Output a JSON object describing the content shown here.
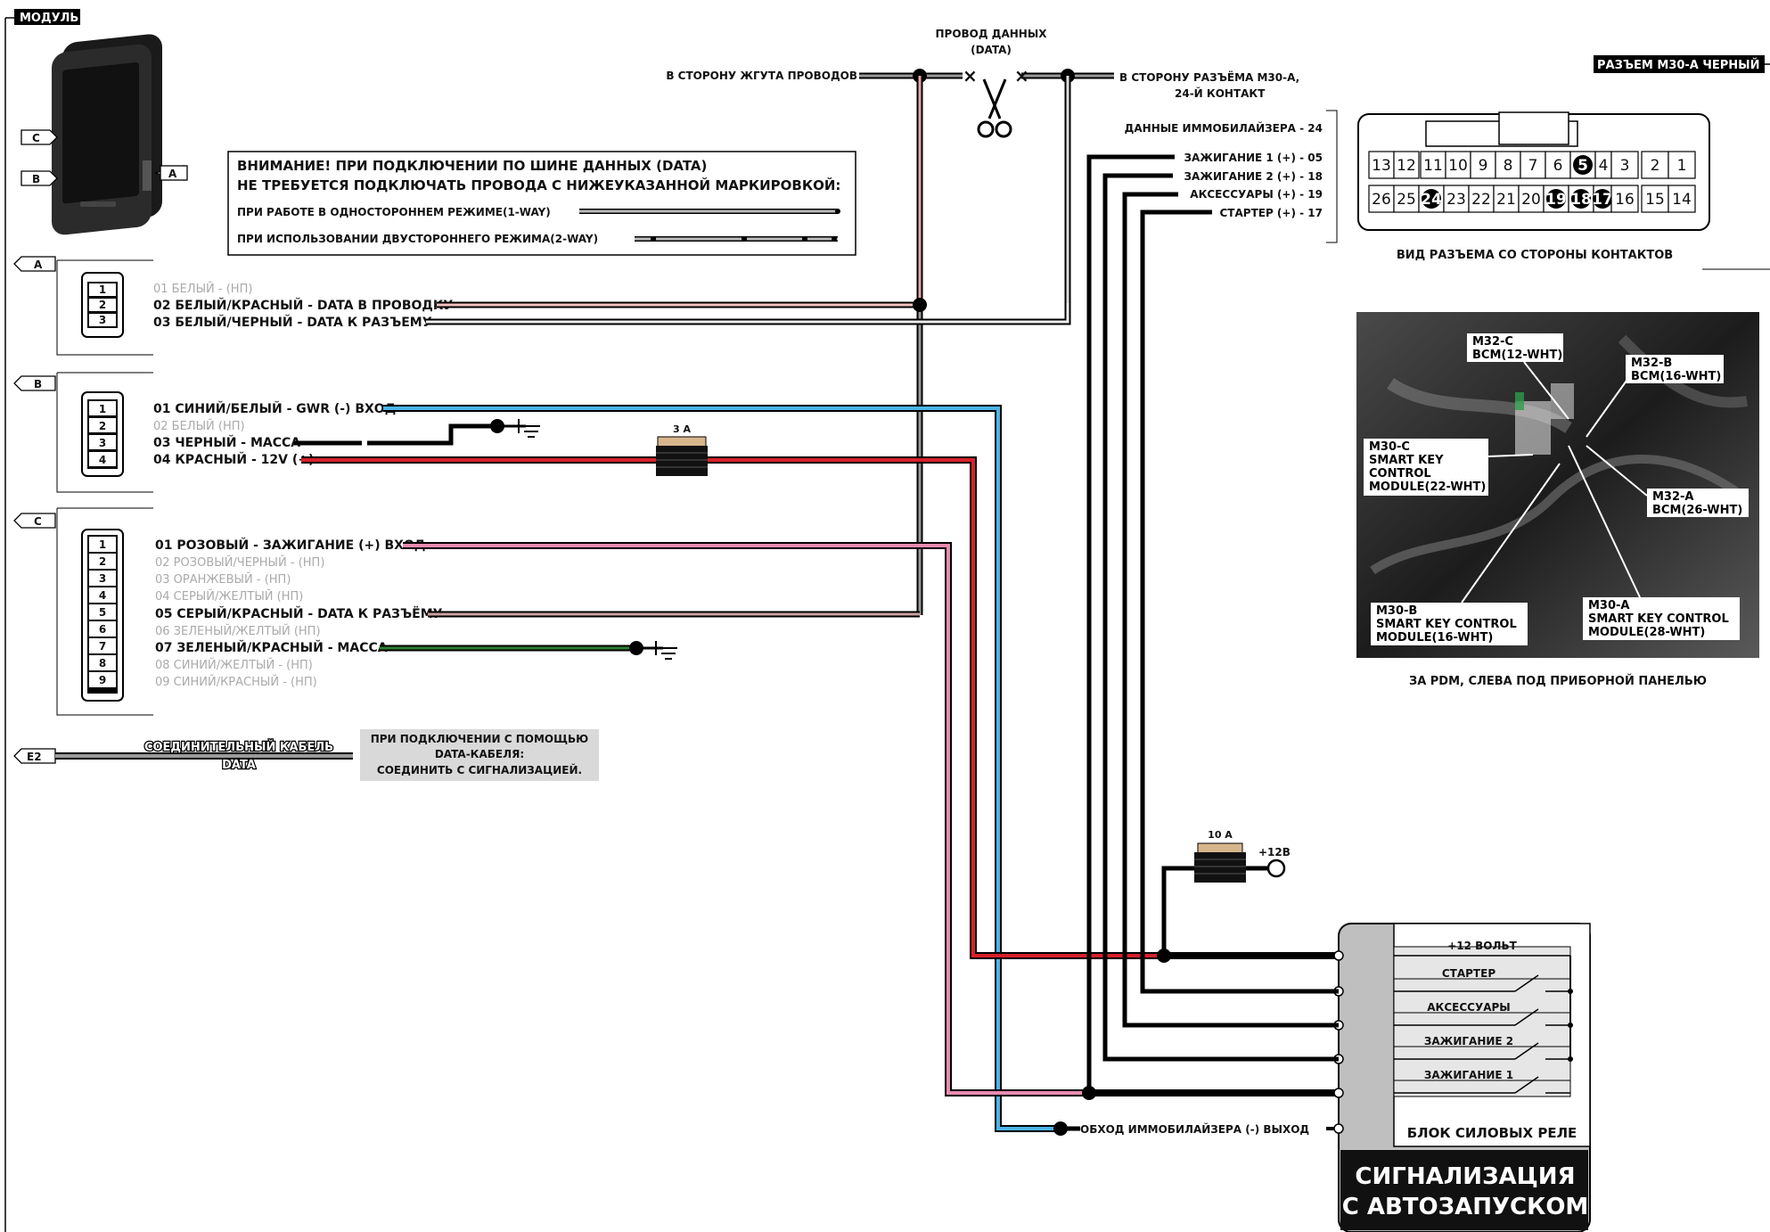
{
  "module": {
    "title": "МОДУЛЬ",
    "side_labels": [
      "C",
      "B",
      "A"
    ]
  },
  "data_wire": {
    "title_line1": "ПРОВОД ДАННЫХ",
    "title_line2": "(DATA)",
    "left_label": "В СТОРОНУ ЖГУТА ПРОВОДОВ",
    "right_label_line1": "В СТОРОНУ РАЗЪЁМА M30-A,",
    "right_label_line2": "24-Й КОНТАКТ"
  },
  "warning": {
    "line1": "ВНИМАНИЕ! ПРИ ПОДКЛЮЧЕНИИ ПО ШИНЕ ДАННЫХ (DATA)",
    "line2": "НЕ ТРЕБУЕТСЯ ПОДКЛЮЧАТЬ ПРОВОДА С НИЖЕУКАЗАННОЙ МАРКИРОВКОЙ:",
    "one_way": "ПРИ РАБОТЕ В ОДНОСТОРОННЕМ РЕЖИМЕ(1-WAY)",
    "two_way": "ПРИ ИСПОЛЬЗОВАНИИ ДВУСТОРОННЕГО РЕЖИМА(2-WAY)"
  },
  "connector_a": {
    "tag": "A",
    "pins": [
      "1",
      "2",
      "3"
    ],
    "wires": [
      {
        "text": "01 БЕЛЫЙ - (НП)",
        "active": false
      },
      {
        "text": "02 БЕЛЫЙ/КРАСНЫЙ - DATA В ПРОВОДКУ",
        "active": true
      },
      {
        "text": "03 БЕЛЫЙ/ЧЕРНЫЙ - DATA  К РАЗЪЕМУ",
        "active": true
      }
    ]
  },
  "connector_b": {
    "tag": "B",
    "pins": [
      "1",
      "2",
      "3",
      "4"
    ],
    "wires": [
      {
        "text": "01 СИНИЙ/БЕЛЫЙ - GWR (-) ВХОД",
        "active": true
      },
      {
        "text": "02 БЕЛЫЙ (НП)",
        "active": false
      },
      {
        "text": "03 ЧЕРНЫЙ - МАССА",
        "active": true
      },
      {
        "text": "04 КРАСНЫЙ - 12V (+)",
        "active": true
      }
    ],
    "fuse": "3 А"
  },
  "connector_c": {
    "tag": "C",
    "pins": [
      "1",
      "2",
      "3",
      "4",
      "5",
      "6",
      "7",
      "8",
      "9"
    ],
    "wires": [
      {
        "text": "01 РОЗОВЫЙ - ЗАЖИГАНИЕ (+) ВХОД",
        "active": true
      },
      {
        "text": "02 РОЗОВЫЙ/ЧЕРНЫЙ - (НП)",
        "active": false
      },
      {
        "text": "03 ОРАНЖЕВЫЙ - (НП)",
        "active": false
      },
      {
        "text": "04 СЕРЫЙ/ЖЕЛТЫЙ (НП)",
        "active": false
      },
      {
        "text": "05 СЕРЫЙ/КРАСНЫЙ - DATA К РАЗЪЁМУ",
        "active": true
      },
      {
        "text": "06 ЗЕЛЕНЫЙ/ЖЕЛТЫЙ (НП)",
        "active": false
      },
      {
        "text": "07 ЗЕЛЕНЫЙ/КРАСНЫЙ - МАССА",
        "active": true
      },
      {
        "text": "08 СИНИЙ/ЖЕЛТЫЙ - (НП)",
        "active": false
      },
      {
        "text": "09 СИНИЙ/КРАСНЫЙ - (НП)",
        "active": false
      }
    ]
  },
  "e2": {
    "tag": "E2",
    "cable_line1": "СОЕДИНИТЕЛЬНЫЙ КАБЕЛЬ",
    "cable_line2": "DATA",
    "note_line1": "ПРИ ПОДКЛЮЧЕНИИ С ПОМОЩЬЮ",
    "note_line2": "DATA-КАБЕЛЯ:",
    "note_line3": "СОЕДИНИТЬ С СИГНАЛИЗАЦИЕЙ."
  },
  "m30_wires": [
    "ДАННЫЕ ИММОБИЛАЙЗЕРА - 24",
    "ЗАЖИГАНИЕ 1 (+) - 05",
    "ЗАЖИГАНИЕ 2 (+) - 18",
    "АКСЕССУАРЫ (+) - 19",
    "СТАРТЕР (+) - 17"
  ],
  "m30_connector": {
    "title": "РАЗЪЕМ M30-A ЧЕРНЫЙ",
    "caption": "ВИД РАЗЪЕМА СО СТОРОНЫ КОНТАКТОВ",
    "top_row": [
      "13",
      "12",
      "11",
      "10",
      "9",
      "8",
      "7",
      "6",
      "5",
      "4",
      "3",
      "2",
      "1"
    ],
    "bottom_row": [
      "26",
      "25",
      "24",
      "23",
      "22",
      "21",
      "20",
      "19",
      "18",
      "17",
      "16",
      "15",
      "14"
    ],
    "highlighted": [
      "5",
      "24",
      "19",
      "18",
      "17"
    ]
  },
  "photo": {
    "caption": "ЗА PDM, СЛЕВА ПОД ПРИБОРНОЙ ПАНЕЛЬЮ",
    "labels": [
      {
        "l1": "M32-C",
        "l2": "BCM(12-WHT)"
      },
      {
        "l1": "M32-B",
        "l2": "BCM(16-WHT)"
      },
      {
        "l1": "M30-C",
        "l2": "SMART KEY",
        "l3": "CONTROL",
        "l4": "MODULE(22-WHT)"
      },
      {
        "l1": "M32-A",
        "l2": "BCM(26-WHT)"
      },
      {
        "l1": "M30-B",
        "l2": "SMART KEY CONTROL",
        "l3": "MODULE(16-WHT)"
      },
      {
        "l1": "M30-A",
        "l2": "SMART KEY CONTROL",
        "l3": "MODULE(28-WHT)"
      }
    ]
  },
  "alarm": {
    "relays": [
      "+12 ВОЛЬТ",
      "СТАРТЕР",
      "АКСЕССУАРЫ",
      "ЗАЖИГАНИЕ 2",
      "ЗАЖИГАНИЕ 1"
    ],
    "relay_block": "БЛОК СИЛОВЫХ РЕЛЕ",
    "title_line1": "СИГНАЛИЗАЦИЯ",
    "title_line2": "С АВТОЗАПУСКОМ",
    "fuse": "10 А",
    "plus12": "+12В",
    "bypass": "ОБХОД ИММОБИЛАЙЗЕРА (-) ВЫХОД"
  },
  "colors": {
    "red": "#d7202a",
    "pink": "#e98bb0",
    "blue": "#4bb4e6",
    "green": "#2e7d32",
    "black": "#000000",
    "grey": "#9a9a9a",
    "fuse_tan": "#d8b68c"
  }
}
